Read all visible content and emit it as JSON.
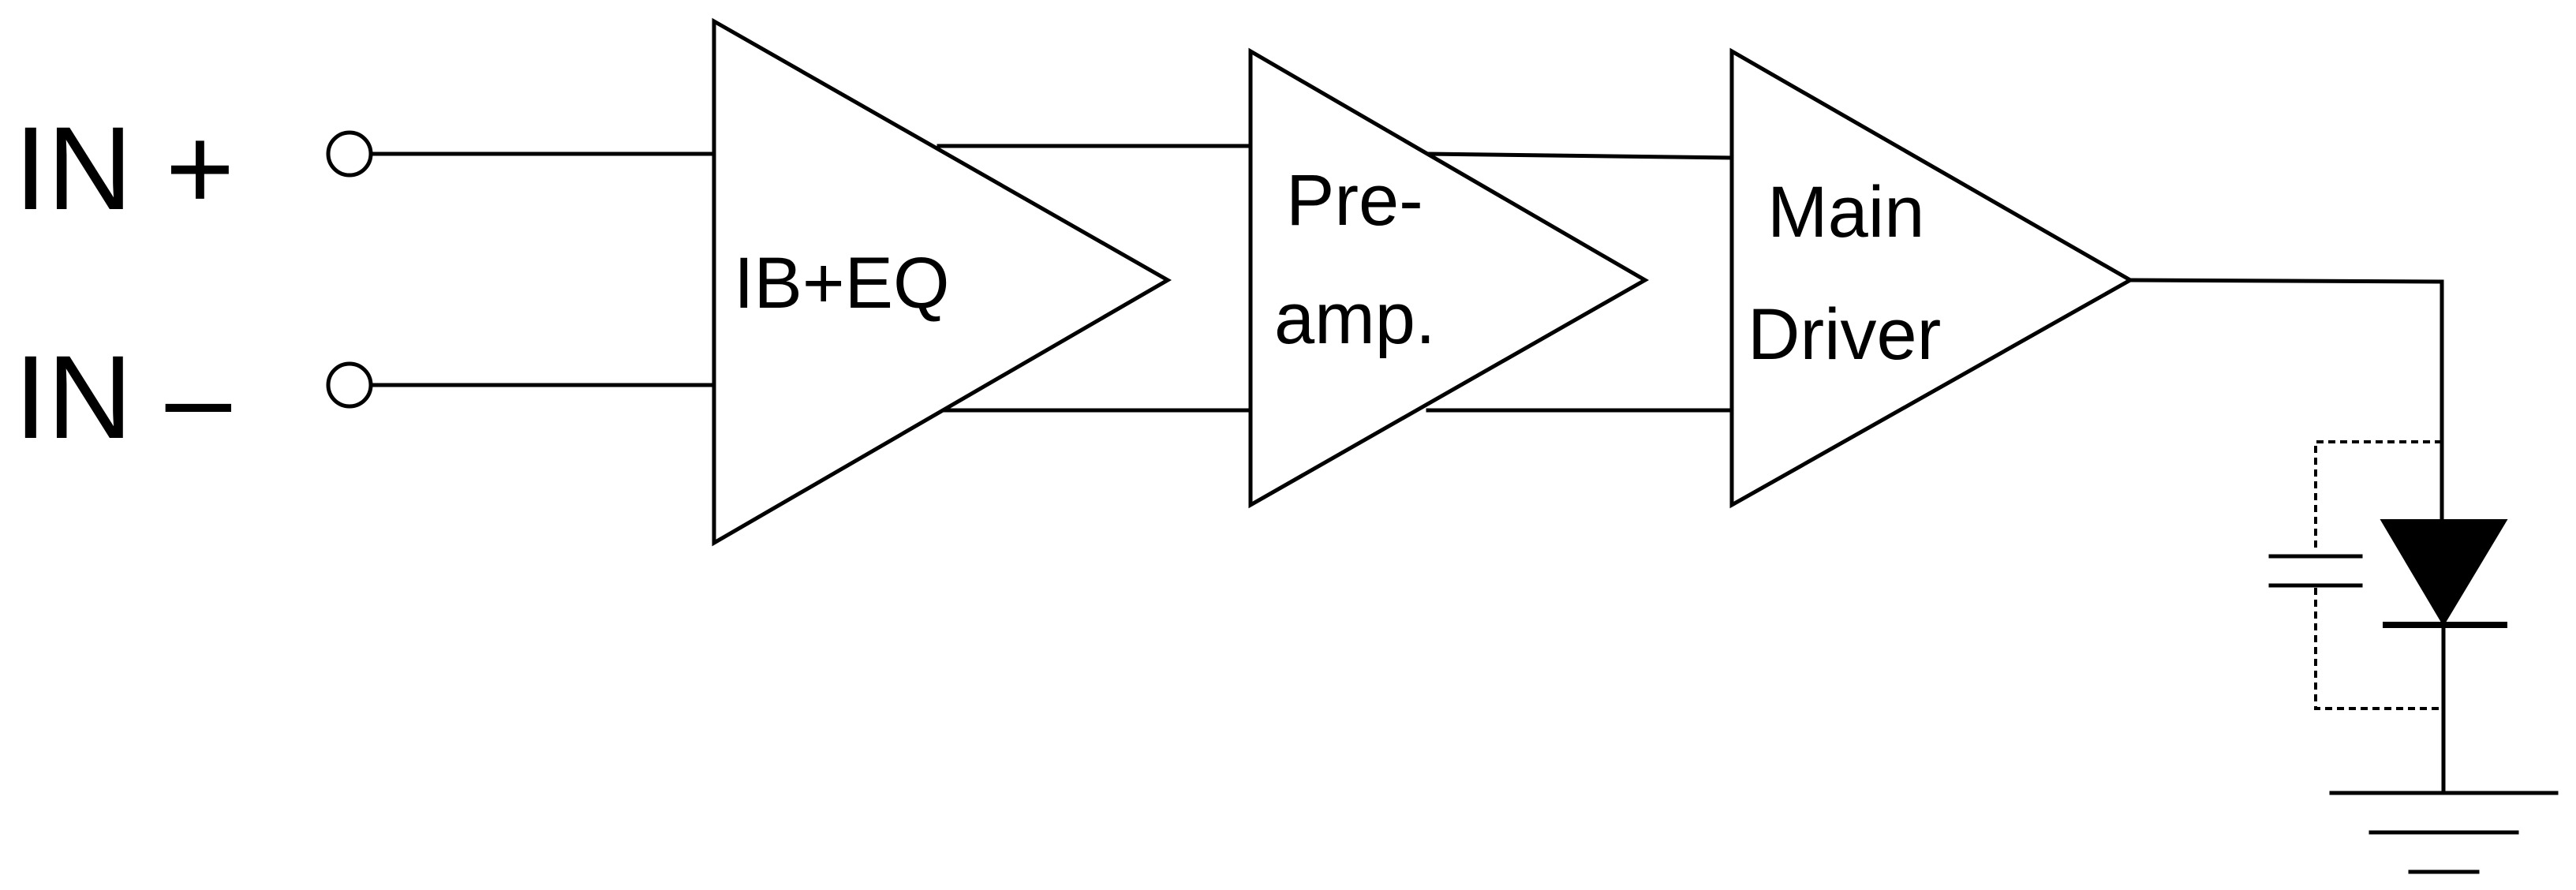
{
  "inputs": {
    "positive": "IN +",
    "negative": "IN –"
  },
  "blocks": {
    "ib_eq": {
      "label": "IB+EQ"
    },
    "preamp": {
      "line1": "Pre-",
      "line2": "amp."
    },
    "main_driver": {
      "line1": "Main",
      "line2": "Driver"
    }
  },
  "components": [
    "input-terminal",
    "amplifier-triangle",
    "capacitor",
    "diode",
    "ground"
  ],
  "colors": {
    "stroke": "#000000",
    "background": "#ffffff"
  }
}
